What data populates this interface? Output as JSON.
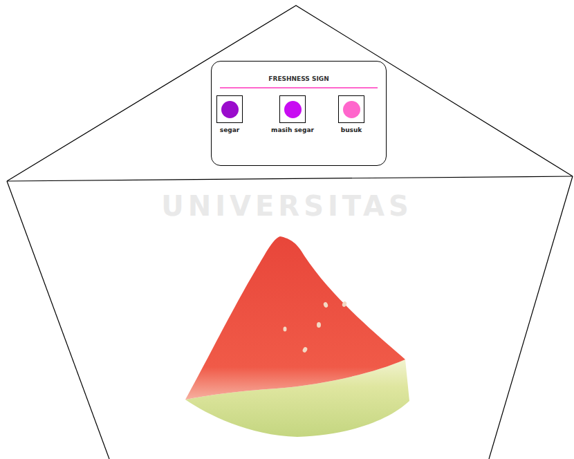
{
  "diagram": {
    "nodes": [
      {
        "text": [
          "FRESHNESS SIGN"
        ]
      }
    ],
    "labels": [
      "UNIVERSITAS"
    ],
    "legend": [
      {
        "text": "segar",
        "color": "#9a0ccc"
      },
      {
        "text": "masih segar",
        "color": "#c80cf2"
      },
      {
        "text": "busuk",
        "color": "#ff66cc"
      }
    ]
  }
}
